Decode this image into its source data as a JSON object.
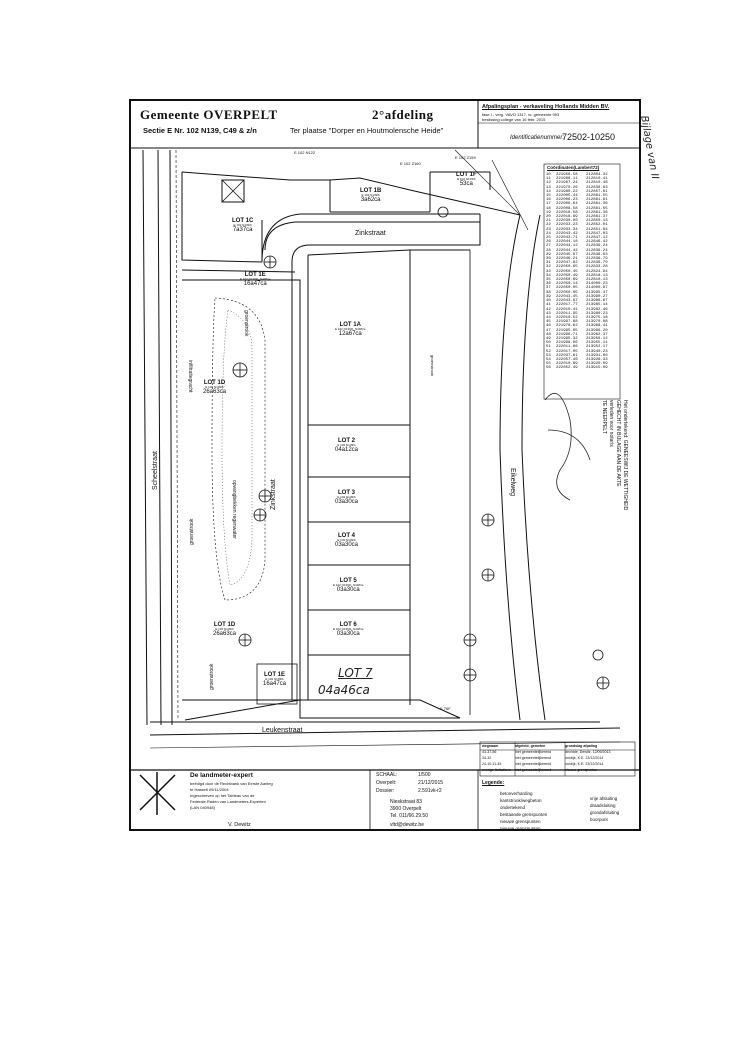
{
  "header": {
    "title_left": "Gemeente OVERPELT",
    "title_right": "2°afdeling",
    "subtitle": "Sectie E Nr. 102 N139, C49 & z/n",
    "place": "Ter plaatse \"Dorper en Houtmolensche Heide\""
  },
  "plan_info": {
    "title": "Afpalingsplan - verkaveling Hollands Midden BV.",
    "line1": "fase I - verg. VAVO 1317, nr. gemeente 993",
    "line2": "beslissing college van 16 febr. 2015",
    "ident_label": "Identificatienummer:",
    "ident_value": "72502-10250"
  },
  "margin_note": "Bijlage van II",
  "parcel_labels": {
    "e102n122": "E 102 N122",
    "e102z160": "E 102 Z160",
    "e102z159": "E 102 Z159",
    "e76f": "E 76F"
  },
  "streets": {
    "zinkstraat_top": "Zinkstraat",
    "zinkstraat_mid": "Zinkstraat",
    "leukenstraat": "Leukenstraat",
    "scheelstraat": "Scheelstraat",
    "eikelweg": "Eikelweg",
    "groenstrook_1": "groenstrook",
    "groenstrook_2": "groenstrook",
    "groenstrook_3": "groenstrook",
    "groenstrook_4": "groenstrook",
    "infiltratie": "infiltratiegracht",
    "opvangbekken": "opvangbekken regenwater"
  },
  "lots": [
    {
      "name": "LOT 1B",
      "area": "3a62ca",
      "note": "E 102 N139/b"
    },
    {
      "name": "LOT 1F",
      "area": "53ca",
      "note": "E 102 N139/b"
    },
    {
      "name": "LOT 1C",
      "area": "7a37ca",
      "note": "E 102 N139/b"
    },
    {
      "name": "LOT 1E",
      "area": "16a47ca",
      "note": "E 102 N139/b, N49/b/e"
    },
    {
      "name": "LOT 1A",
      "area": "12a67ca",
      "note": "E 102 N139/b, N49/b/e"
    },
    {
      "name": "LOT 1D",
      "area": "26a63ca",
      "note": "E 102 N139/b"
    },
    {
      "name": "LOT 2",
      "area": "04a12ca",
      "note": "E 102 N139/b"
    },
    {
      "name": "LOT 3",
      "area": "03a30ca",
      "note": "E 102 N139/b"
    },
    {
      "name": "LOT 4",
      "area": "03a30ca",
      "note": "E 102 N139/b"
    },
    {
      "name": "LOT 5",
      "area": "03a30ca",
      "note": "E 102 N139/b, N49/b/e"
    },
    {
      "name": "LOT 6",
      "area": "03a30ca",
      "note": "E 102 N139/b, N49/b/e"
    },
    {
      "name": "LOT 1D",
      "area": "26a63ca",
      "note": "E 102 N139/b"
    },
    {
      "name": "LOT 1E",
      "area": "16a47ca",
      "note": "E 102 N139/b"
    }
  ],
  "lot7": {
    "name": "LOT 7",
    "area": "04a46ca"
  },
  "coordinates": {
    "title": "Coördinaten(Lambert72)",
    "rows": [
      [
        "10",
        "221958.58",
        "212804.32"
      ],
      [
        "11",
        "221968.11",
        "212810.41"
      ],
      [
        "12",
        "221967.24",
        "212810.48"
      ],
      [
        "13",
        "221970.26",
        "212830.63"
      ],
      [
        "14",
        "221980.22",
        "212857.01"
      ],
      [
        "15",
        "222005.44",
        "212861.55"
      ],
      [
        "16",
        "222006.23",
        "212861.81"
      ],
      [
        "17",
        "222006.64",
        "212861.36"
      ],
      [
        "18",
        "222008.58",
        "212861.55"
      ],
      [
        "19",
        "222018.58",
        "212861.36"
      ],
      [
        "20",
        "222018.89",
        "212861.37"
      ],
      [
        "21",
        "222030.00",
        "212850.13"
      ],
      [
        "22",
        "222033.23",
        "212852.01"
      ],
      [
        "23",
        "222033.34",
        "212851.84"
      ],
      [
        "24",
        "222043.42",
        "212847.03"
      ],
      [
        "25",
        "222043.71",
        "212847.12"
      ],
      [
        "26",
        "222044.18",
        "212846.42"
      ],
      [
        "27",
        "222044.12",
        "212839.24"
      ],
      [
        "28",
        "222044.42",
        "212839.24"
      ],
      [
        "29",
        "222045.87",
        "212838.63"
      ],
      [
        "30",
        "222046.21",
        "212836.79"
      ],
      [
        "31",
        "222047.82",
        "212836.70"
      ],
      [
        "32",
        "222050.95",
        "212833.28"
      ],
      [
        "33",
        "222050.45",
        "212824.94"
      ],
      [
        "34",
        "222050.49",
        "212818.13"
      ],
      [
        "35",
        "222050.69",
        "212810.13"
      ],
      [
        "36",
        "222050.14",
        "214000.23"
      ],
      [
        "37",
        "222050.05",
        "214000.87"
      ],
      [
        "38",
        "222050.05",
        "213995.47"
      ],
      [
        "39",
        "222043.45",
        "213990.27"
      ],
      [
        "40",
        "222043.67",
        "213988.67"
      ],
      [
        "41",
        "222017.77",
        "213985.14"
      ],
      [
        "42",
        "222010.41",
        "213982.46"
      ],
      [
        "43",
        "222011.95",
        "213980.23"
      ],
      [
        "44",
        "222010.52",
        "213975.18"
      ],
      [
        "45",
        "221997.68",
        "213970.08"
      ],
      [
        "46",
        "221978.62",
        "213968.41"
      ],
      [
        "47",
        "221995.05",
        "213966.20"
      ],
      [
        "48",
        "221996.71",
        "213962.37"
      ],
      [
        "49",
        "221995.32",
        "213958.12"
      ],
      [
        "50",
        "221998.06",
        "213955.11"
      ],
      [
        "51",
        "222011.66",
        "213952.17"
      ],
      [
        "52",
        "222017.05",
        "213940.23"
      ],
      [
        "53",
        "222037.81",
        "213931.00"
      ],
      [
        "54",
        "222057.46",
        "213926.33"
      ],
      [
        "55",
        "222010.89",
        "213920.09"
      ],
      [
        "56",
        "222052.49",
        "213915.09"
      ]
    ]
  },
  "stamp": {
    "line1": "Het ondertekend: GENEESWIJ DE WETTIGHEID",
    "line2": "GEHECHT IN BIJLAGE AAN DE AKTE",
    "line3": "verleden voor notaris",
    "line4": "TE NEERPELT"
  },
  "signoff": {
    "firm_title": "De landmeter-expert",
    "firm_l1": "beëdigd door de Rechtbank van Eerste Aanleg",
    "firm_l2": "te Hasselt 09/11/2004",
    "firm_l3": "Ingeschreven op het Tableau van de",
    "firm_l4": "Federale Raden van Landmeters-Experten",
    "firm_l5": "(LAN 040948)",
    "name": "V. Dewitz",
    "schaal_label": "SCHAAL:",
    "schaal_value": "1/500",
    "overpelt_label": "Overpelt:",
    "overpelt_value": "21/12/2015",
    "dossier_label": "Dossier:",
    "dossier_value": "2.591vk-r2",
    "address1": "Nieskstraat 83",
    "address2": "3900 Overpelt",
    "phone": "Tel. 011/66.29.50",
    "email": "vltd@dewitz.be"
  },
  "revisions": {
    "headers": [
      "wegnaam",
      "afgeleid, gemeten",
      "grondslag afpaling"
    ],
    "rows": [
      [
        "43-37-56",
        "niet gemeentelijkerend",
        "dev/dde, Dewitz, 12/09/2013"
      ],
      [
        "34-32",
        "niet gemeentelijkerend",
        "oordijk, K.E. 23/12/2014"
      ],
      [
        "24-10-11-45",
        "niet gemeentelijkerend",
        "oordijk, K.E. 23/12/2014"
      ],
      [
        "overige limitatieve",
        "niet gemeentelijkerend",
        "nieuwe grenspunten"
      ]
    ]
  },
  "legend": {
    "title": "Legende:",
    "items": [
      "betonverharding",
      "kantstrook/wegbeton",
      "ondertekend",
      "bestaande grenspunten",
      "nieuwe grenspunten",
      "nieuwe grenspunten"
    ],
    "right_items": [
      "vrije afsluiting",
      "draadsluiting",
      "grondafsluiting",
      "boorpunt"
    ]
  }
}
